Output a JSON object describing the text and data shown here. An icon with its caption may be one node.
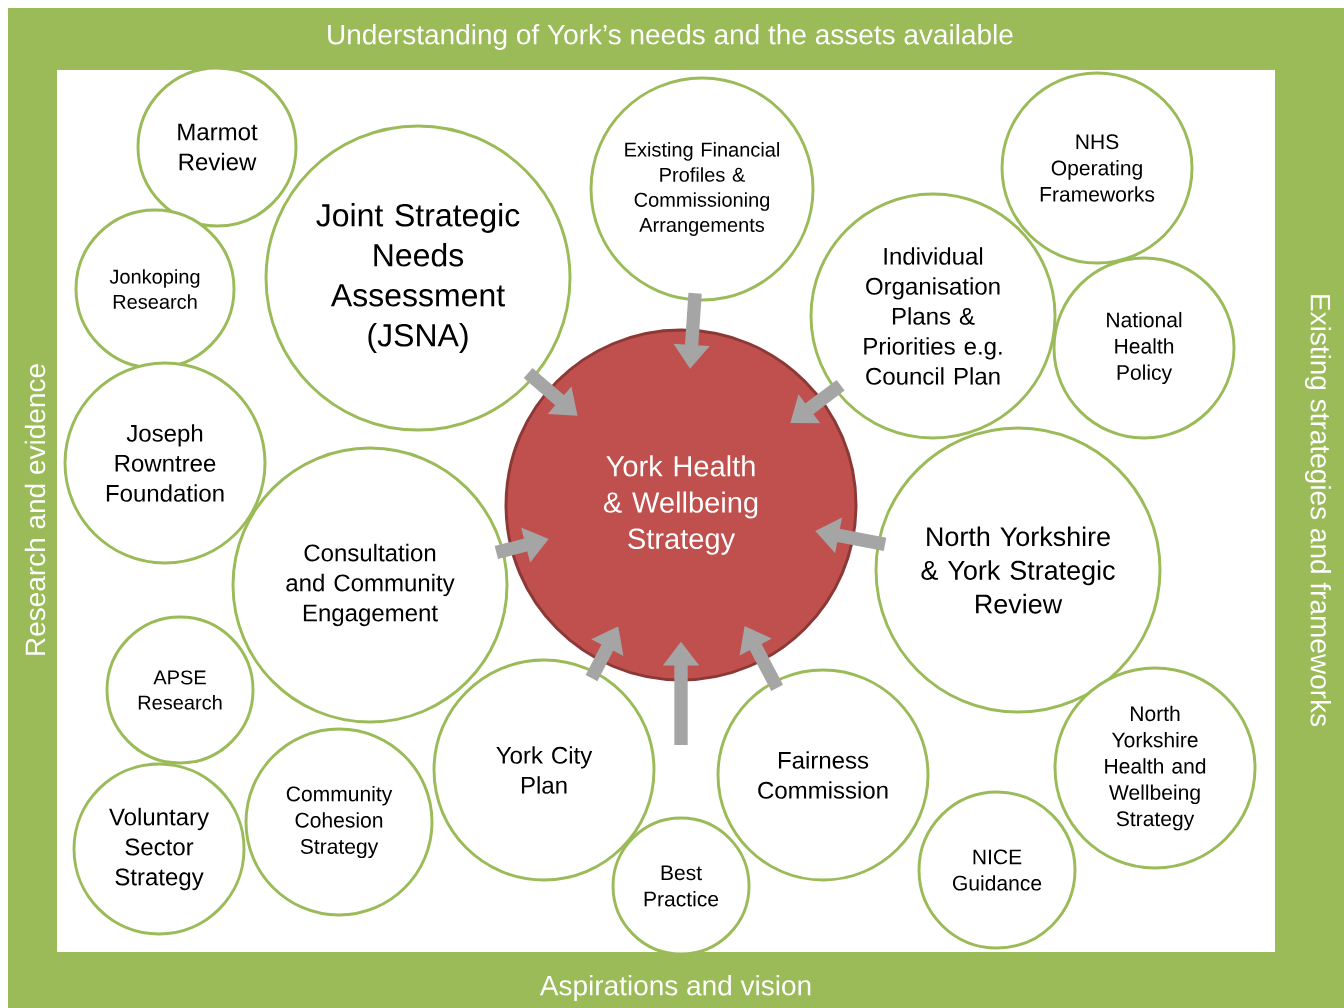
{
  "diagram": {
    "nodes": [
      {
        "text": [
          "York Health & Wellbeing Strategy"
        ]
      },
      {
        "text": [
          "Marmot Review"
        ]
      },
      {
        "text": [
          "Jonkoping Research"
        ]
      },
      {
        "text": [
          "Joseph Rowntree Foundation"
        ]
      },
      {
        "text": [
          "Joint Strategic Needs Assessment (JSNA)"
        ]
      },
      {
        "text": [
          "Existing Financial Profiles & Commissioning Arrangements"
        ]
      },
      {
        "text": [
          "NHS Operating Frameworks"
        ]
      },
      {
        "text": [
          "Individual Organisation Plans & Priorities e.g. Council Plan"
        ]
      },
      {
        "text": [
          "National Health Policy"
        ]
      },
      {
        "text": [
          "Consultation and Community Engagement"
        ]
      },
      {
        "text": [
          "North Yorkshire & York Strategic Review"
        ]
      },
      {
        "text": [
          "APSE Research"
        ]
      },
      {
        "text": [
          "York City Plan"
        ]
      },
      {
        "text": [
          "Fairness Commission"
        ]
      },
      {
        "text": [
          "North Yorkshire Health and Wellbeing Strategy"
        ]
      },
      {
        "text": [
          "Community Cohesion Strategy"
        ]
      },
      {
        "text": [
          "Voluntary Sector Strategy"
        ]
      },
      {
        "text": [
          "Best Practice"
        ]
      },
      {
        "text": [
          "NICE Guidance"
        ]
      }
    ],
    "edges": [
      {
        "from": 5,
        "to": 0,
        "arrow": "to"
      },
      {
        "from": 4,
        "to": 0,
        "arrow": "to"
      },
      {
        "from": 7,
        "to": 0,
        "arrow": "to"
      },
      {
        "from": 9,
        "to": 0,
        "arrow": "to"
      },
      {
        "from": 10,
        "to": 0,
        "arrow": "to"
      },
      {
        "from": 12,
        "to": 0,
        "arrow": "to"
      },
      {
        "from": null,
        "to": 0,
        "arrow": "to"
      },
      {
        "from": 13,
        "to": 0,
        "arrow": "to"
      }
    ],
    "labels": [
      "Understanding of York’s needs and the assets available",
      "Research and evidence",
      "Existing strategies and frameworks",
      "Aspirations and vision"
    ]
  }
}
